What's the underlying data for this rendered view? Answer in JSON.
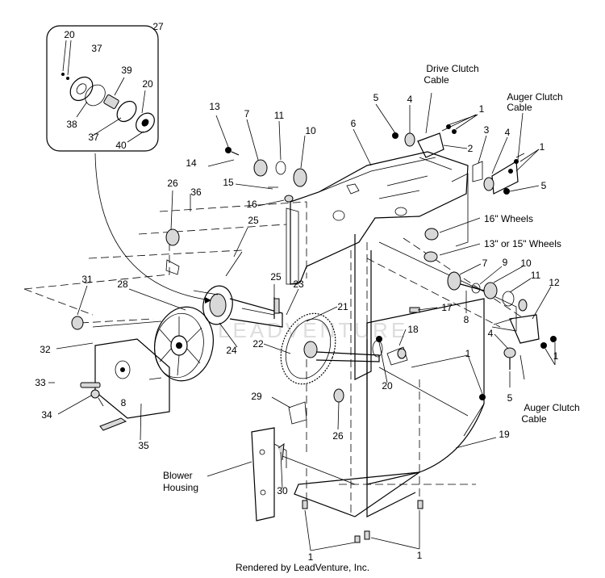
{
  "callouts": {
    "n1": "1",
    "n2": "2",
    "n3": "3",
    "n4": "4",
    "n5": "5",
    "n6": "6",
    "n7": "7",
    "n8": "8",
    "n9": "9",
    "n10": "10",
    "n11": "11",
    "n12": "12",
    "n13": "13",
    "n14": "14",
    "n15": "15",
    "n16": "16",
    "n17": "17",
    "n18": "18",
    "n19": "19",
    "n20": "20",
    "n21": "21",
    "n22": "22",
    "n23": "23",
    "n24": "24",
    "n25": "25",
    "n26": "26",
    "n27": "27",
    "n28": "28",
    "n29": "29",
    "n30": "30",
    "n31": "31",
    "n32": "32",
    "n33": "33",
    "n34": "34",
    "n35": "35",
    "n36": "36",
    "n37": "37",
    "n38": "38",
    "n39": "39",
    "n40": "40"
  },
  "notes": {
    "drive_clutch_cable_l1": "Drive Clutch",
    "drive_clutch_cable_l2": "Cable",
    "auger_clutch_cable_top_l1": "Auger Clutch",
    "auger_clutch_cable_top_l2": "Cable",
    "auger_clutch_cable_bottom_l1": "Auger Clutch",
    "auger_clutch_cable_bottom_l2": "Cable",
    "wheels_16": "16\" Wheels",
    "wheels_13_15": "13\" or 15\" Wheels",
    "blower_housing_l1": "Blower",
    "blower_housing_l2": "Housing"
  },
  "watermark": "LEADVENTURE",
  "footer": {
    "credit": "Rendered by LeadVenture, Inc."
  }
}
